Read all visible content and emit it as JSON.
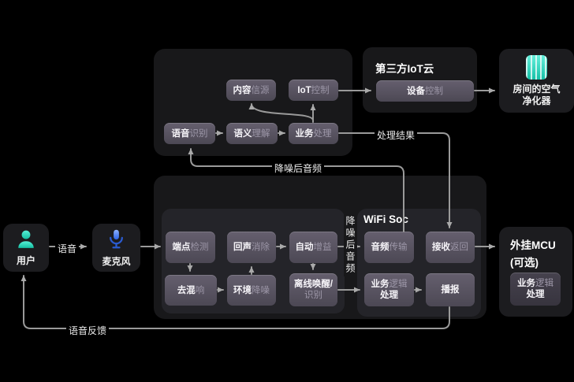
{
  "colors": {
    "teal": "#35e4c6",
    "blue": "#3c79f0",
    "line": "#9a9a9a",
    "background": "#000000",
    "panel": "#18181a",
    "subpanel": "#242429",
    "node_top": "#655f6e",
    "node_bottom": "#4c4854"
  },
  "user": {
    "label": "用户",
    "icon": "person-icon"
  },
  "mic": {
    "label": "麦克风",
    "icon": "microphone-icon"
  },
  "edge_labels": {
    "voice": "语音",
    "denoised_h": "降噪后音频",
    "denoised_v": "降噪后音频",
    "result": "处理结果",
    "feedback": "语音反馈"
  },
  "top": {
    "asr": {
      "parts": [
        [
          "语音",
          0
        ],
        [
          "识别",
          1
        ]
      ]
    },
    "nlu": {
      "parts": [
        [
          "语义",
          0
        ],
        [
          "理解",
          1
        ]
      ]
    },
    "biz": {
      "parts": [
        [
          "业务",
          0
        ],
        [
          "处理",
          1
        ]
      ]
    },
    "content": {
      "parts": [
        [
          "内容",
          0
        ],
        [
          "信源",
          1
        ]
      ]
    },
    "iotctl": {
      "parts": [
        [
          "IoT",
          0
        ],
        [
          "控制",
          1
        ]
      ]
    }
  },
  "iot_cloud": {
    "title": "第三方IoT云",
    "device": {
      "parts": [
        [
          "设备",
          0
        ],
        [
          "控制",
          1
        ]
      ]
    }
  },
  "purifier": {
    "line1": "房间的空气",
    "line2": "净化器",
    "icon": "air-purifier-icon"
  },
  "dsp": {
    "endpoint": {
      "parts": [
        [
          "端点",
          0
        ],
        [
          "检测",
          1
        ]
      ]
    },
    "echo": {
      "parts": [
        [
          "回声",
          0
        ],
        [
          "消除",
          1
        ]
      ]
    },
    "gain": {
      "parts": [
        [
          "自动",
          0
        ],
        [
          "增益",
          1
        ]
      ]
    },
    "dereverb": {
      "parts": [
        [
          "去混",
          0
        ],
        [
          "响",
          1
        ]
      ]
    },
    "envnoise": {
      "parts": [
        [
          "环境",
          0
        ],
        [
          "降噪",
          1
        ]
      ]
    },
    "wake": {
      "parts": [
        [
          "离线",
          0
        ],
        [
          "唤醒/",
          0
        ],
        [
          "\n"
        ],
        [
          "识别",
          1
        ]
      ]
    }
  },
  "wifi": {
    "title": "WiFi Soc",
    "audio_tx": {
      "parts": [
        [
          "音频",
          0
        ],
        [
          "传输",
          1
        ]
      ]
    },
    "receive": {
      "parts": [
        [
          "接收",
          0
        ],
        [
          "返回",
          1
        ]
      ]
    },
    "bizlogic": {
      "parts": [
        [
          "业务",
          0
        ],
        [
          "逻辑",
          1
        ],
        [
          "\n"
        ],
        [
          "处理",
          0
        ]
      ]
    },
    "broadcast": {
      "parts": [
        [
          "播报",
          0
        ]
      ]
    }
  },
  "mcu": {
    "title": "外挂MCU",
    "subtitle": "(可选)",
    "node": {
      "parts": [
        [
          "业务",
          0
        ],
        [
          "逻辑",
          1
        ],
        [
          "\n"
        ],
        [
          "处理",
          0
        ]
      ]
    }
  }
}
